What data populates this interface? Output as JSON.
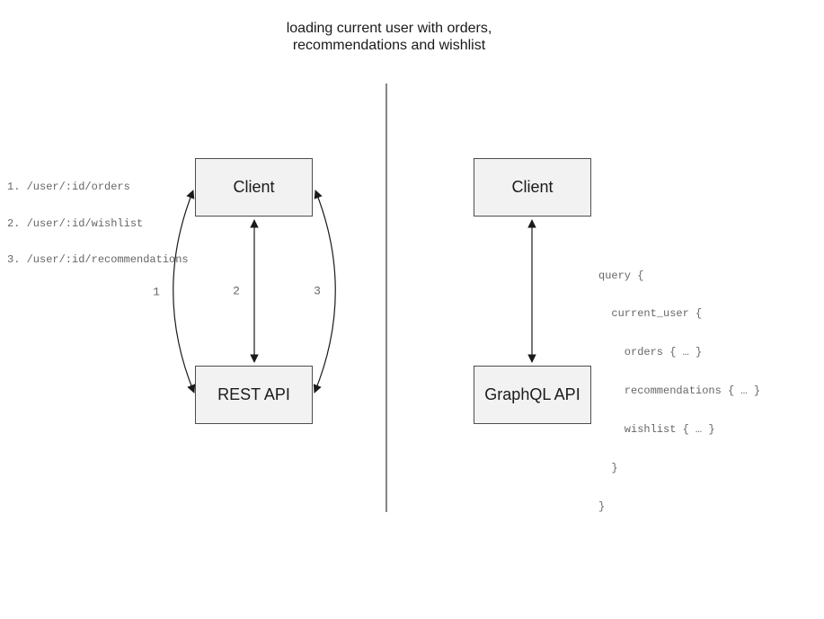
{
  "title": {
    "line1": "loading current user with orders,",
    "line2": "recommendations and wishlist"
  },
  "rest_panel": {
    "client_label": "Client",
    "api_label": "REST API",
    "endpoints": [
      "1. /user/:id/orders",
      "2. /user/:id/wishlist",
      "3. /user/:id/recommendations"
    ],
    "arrow_labels": [
      "1",
      "2",
      "3"
    ]
  },
  "graphql_panel": {
    "client_label": "Client",
    "api_label": "GraphQL API",
    "query_lines": [
      "query {",
      "  current_user {",
      "    orders { … }",
      "    recommendations { … }",
      "    wishlist { … }",
      "  }",
      "}"
    ]
  },
  "colors": {
    "box-fill": "#f2f2f2",
    "box-border": "#4d4d4d",
    "arrow-stroke": "#1a1a1a",
    "divider-stroke": "#666666",
    "code-text": "#666666",
    "title-text": "#1a1a1a"
  }
}
